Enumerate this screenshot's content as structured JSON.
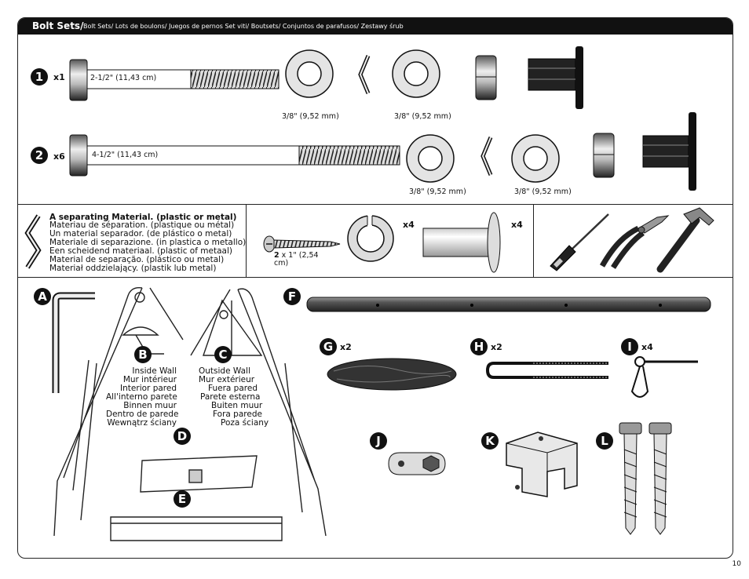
{
  "header": {
    "title": "Bolt Sets/",
    "subtitle": "Bolt Sets/ Lots de boulons/ Juegos de pernos Set viti/  Boutsets/ Conjuntos de parafusos/ Zestawy śrub"
  },
  "bolt1": {
    "number": "1",
    "qty": "x1",
    "length": "2-1/2\" (11,43 cm)",
    "washer_a": "3/8\" (9,52 mm)",
    "washer_b": "3/8\" (9,52 mm)"
  },
  "bolt2": {
    "number": "2",
    "qty": "x6",
    "length": "4-1/2\" (11,43 cm)",
    "washer_a": "3/8\" (9,52 mm)",
    "washer_b": "3/8\" (9,52 mm)"
  },
  "separating": {
    "lines": [
      "A separating Material. (plastic or metal)",
      "Materiau de séparation. (plastique ou métal)",
      "Un material separador. (de plástico o metal)",
      "Materiale di separazione. (in plastica o metallo)",
      "Een scheidend materiaal.  (plastic of metaal)",
      "Material de separação. (plástico ou metal)",
      "Materiał oddzielający. (plastik lub metal)"
    ]
  },
  "hardware": {
    "screw_qty": "2",
    "screw_size": "x 1\" (2,54",
    "screw_unit": "cm)",
    "lockwasher_qty": "x4",
    "spacer_qty": "x4"
  },
  "parts": {
    "a": "A",
    "b": "B",
    "c": "C",
    "d": "D",
    "e": "E",
    "f": "F",
    "g": "G",
    "g_qty": "x2",
    "h": "H",
    "h_qty": "x2",
    "i": "I",
    "i_qty": "x4",
    "j": "J",
    "k": "K",
    "l": "L"
  },
  "inside_wall": [
    "Inside Wall",
    "Mur intérieur",
    "Interior pared",
    "All'interno parete",
    "Binnen muur",
    "Dentro de parede",
    "Wewnątrz ściany"
  ],
  "outside_wall": [
    "Outside Wall",
    "Mur extérieur",
    "Fuera pared",
    "Parete esterna",
    "Buiten muur",
    "Fora parede",
    "Poza ściany"
  ],
  "page_number": "10"
}
